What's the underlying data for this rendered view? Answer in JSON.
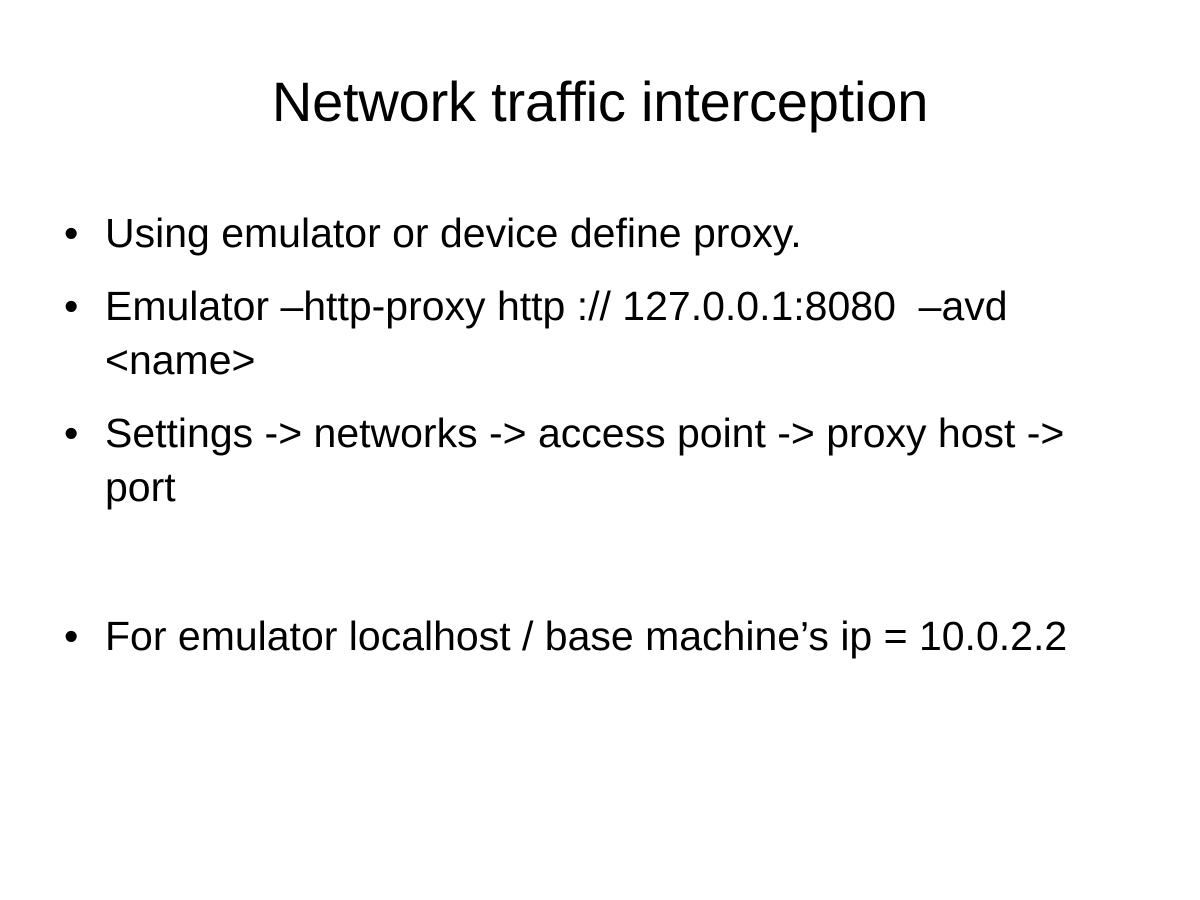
{
  "slide": {
    "title": "Network traffic interception",
    "background_color": "#ffffff",
    "text_color": "#000000",
    "bullet_marker": "•",
    "bullets": [
      {
        "id": "bullet-proxy-intro",
        "text": "Using emulator or device define proxy."
      },
      {
        "id": "bullet-emulator-command",
        "text": "Emulator –http-proxy http :// 127.0.0.1:8080  –avd <name>"
      },
      {
        "id": "bullet-settings-path",
        "text": "Settings -> networks -> access point -> proxy host -> port"
      },
      {
        "id": "bullet-localhost-ip",
        "text": "For emulator localhost / base machine’s ip = 10.0.2.2"
      }
    ]
  }
}
